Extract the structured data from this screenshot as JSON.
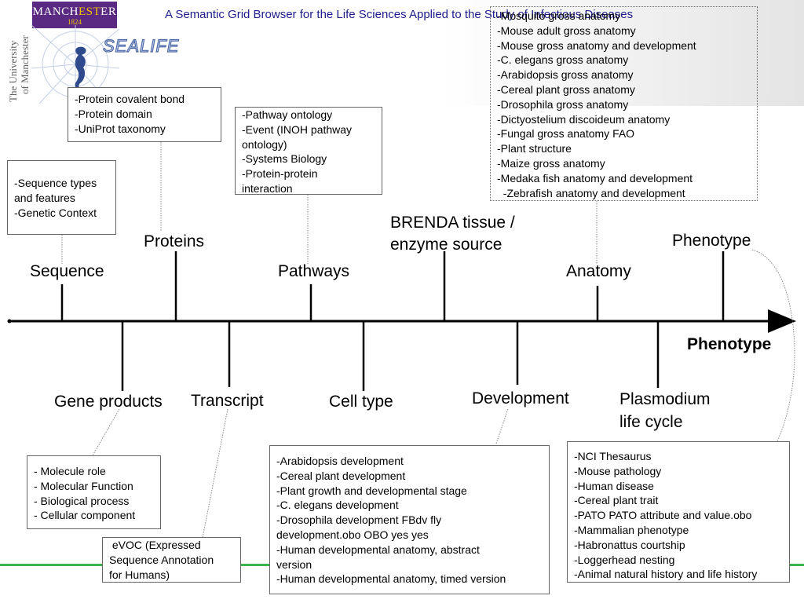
{
  "header": {
    "title": "A Semantic Grid Browser for the Life Sciences  Applied to the Study of Infectious Diseases",
    "manchester_logo": {
      "line1_a": "MANCH",
      "line1_b": "EST",
      "line1_c": "ER",
      "line2": "1824"
    },
    "university_vertical": [
      "The University",
      "of Manchester"
    ],
    "sealife_logo": "SEALIFE"
  },
  "timeline": {
    "top_labels": {
      "sequence": "Sequence",
      "proteins": "Proteins",
      "pathways": "Pathways",
      "brenda": [
        "BRENDA tissue /",
        "enzyme source"
      ],
      "anatomy": "Anatomy",
      "phenotype": "Phenotype"
    },
    "bottom_labels": {
      "gene_products": "Gene products",
      "transcript": "Transcript",
      "cell_type": "Cell type",
      "development": "Development",
      "plasmodium": [
        "Plasmodium",
        "life cycle"
      ]
    },
    "end_label": "Phenotype"
  },
  "boxes": {
    "proteins": [
      "-Protein covalent bond",
      "-Protein domain",
      "-UniProt taxonomy"
    ],
    "sequence": [
      "-Sequence types",
      "and features",
      "-Genetic Context"
    ],
    "pathways": [
      "-Pathway ontology",
      "-Event (INOH pathway",
      "ontology)",
      "-Systems Biology",
      "-Protein-protein",
      "interaction"
    ],
    "anatomy": [
      "-Mosquito gross anatomy",
      "-Mouse adult gross anatomy",
      "-Mouse gross anatomy and development",
      "-C. elegans gross anatomy",
      "-Arabidopsis gross anatomy",
      "-Cereal plant gross anatomy",
      "-Drosophila gross anatomy",
      "-Dictyostelium discoideum anatomy",
      "-Fungal gross anatomy FAO",
      "-Plant structure",
      "-Maize gross anatomy",
      "-Medaka fish anatomy and development",
      "  -Zebrafish anatomy and development"
    ],
    "gene_products": [
      "- Molecule role",
      "- Molecular Function",
      "- Biological process",
      "- Cellular component"
    ],
    "transcript": [
      " eVOC (Expressed",
      "Sequence Annotation",
      "for Humans)"
    ],
    "development": [
      "-Arabidopsis development",
      "-Cereal plant development",
      "-Plant growth and developmental stage",
      "-C. elegans development",
      "-Drosophila development FBdv fly",
      "development.obo OBO yes yes",
      "-Human developmental anatomy, abstract",
      "version",
      "-Human developmental anatomy, timed version"
    ],
    "phenotype": [
      "-NCI Thesaurus",
      "-Mouse pathology",
      "-Human disease",
      "-Cereal plant trait",
      "-PATO PATO attribute and value.obo",
      "-Mammalian phenotype",
      "-Habronattus courtship",
      "-Loggerhead nesting",
      "-Animal natural history and life history"
    ]
  },
  "colors": {
    "title": "#1d1d8c",
    "manchester_purple": "#5a2a82",
    "manchester_gold": "#f4c400",
    "green_rule": "#3cb44b"
  }
}
